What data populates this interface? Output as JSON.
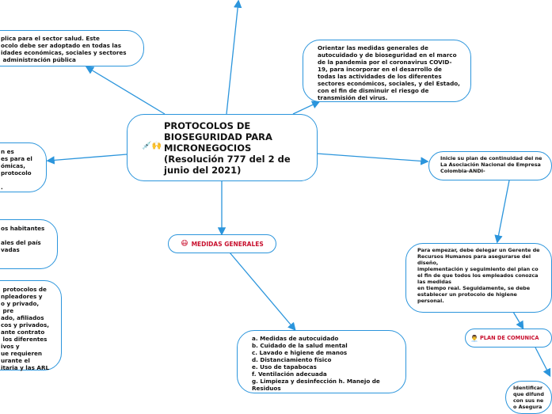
{
  "central": {
    "title": "PROTOCOLOS DE\nBIOSEGURIDAD PARA\nMICRONEGOCIOS\n(Resolución 777 del 2 de\njunio del 2021)",
    "icon": "syringe-hands-icon"
  },
  "nodes": {
    "top_left": "plica para el sector salud. Este\nocolo debe ser adoptado en todas las\nidades económicas, sociales y sectores\n administración pública",
    "left_1": "n es\nes para el\nómicas,\nprotocolo\n\n.",
    "left_2": "os habitantes\n\nales del país\nvadas",
    "left_3": " protocolos de\nnpleadores y\no y privado,\n pre\nado, afiliados\ncos y privados,\nante contrato\n los diferentes\nivos y\nue requieren\nurante el\nitaria y las ARL",
    "top_right": "Orientar las medidas generales de\nautocuidado y de bioseguridad en el marco\nde la pandemia por el coronavirus COVID-\n19, para incorporar en el desarrollo de\ntodas las actividades de los diferentes\nsectores económicos, sociales, y del Estado,\ncon el fin de disminuir el riesgo de\ntransmisión del virus.",
    "right_1": "Inicie su plan de continuidad del ne\nLa Asociación Nacional de Empresa\nColombia-ANDI-",
    "right_2": "Para empezar, debe delegar un Gerente de\nRecursos Humanos para asegurarse del\ndiseño,\nimplementación y seguimiento del plan co\nel fin de que todos los empleados conozca\nlas medidas\nen tiempo real. Seguidamente, se debe\nestablecer un protocolo de higiene\npersonal.",
    "medidas_list": "a. Medidas de autocuidado\nb. Cuidado de la salud mental\nc. Lavado e higiene de manos\nd. Distanciamiento físico\ne. Uso de tapabocas\nf. Ventilación adecuada\ng. Limpieza y desinfección h. Manejo de\nResiduos",
    "bottom_right": "Identificar\nque difund\ncon sus ne\no Asegura"
  },
  "topics": {
    "medidas_generales": {
      "label": "MEDIDAS GENERALES",
      "icon": "😷"
    },
    "plan_comunicacion": {
      "label": "PLAN DE COMUNICA",
      "icon": "👨‍💼"
    }
  },
  "colors": {
    "connector": "#2b95dc",
    "topic_text": "#c8102e"
  }
}
